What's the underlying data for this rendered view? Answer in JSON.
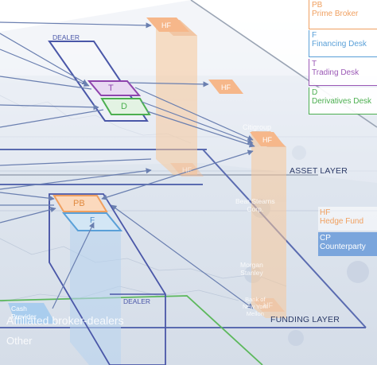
{
  "legend": {
    "pb": {
      "code": "PB",
      "label": "Prime Broker",
      "color": "#f0a060"
    },
    "f": {
      "code": "F",
      "label": "Financing Desk",
      "color": "#5aa0d8"
    },
    "t": {
      "code": "T",
      "label": "Trading Desk",
      "color": "#9b59b6"
    },
    "d": {
      "code": "D",
      "label": "Derivatives Desk",
      "color": "#4caf50"
    }
  },
  "side_legend": {
    "hf": {
      "code": "HF",
      "label": "Hedge Fund",
      "color": "#f0a060"
    },
    "cp": {
      "code": "CP",
      "label": "Counterparty",
      "color": "#5a8ad0"
    }
  },
  "layers": {
    "asset": "ASSET LAYER",
    "funding": "FUNDING LAYER"
  },
  "nodes": {
    "dealer_top": "DEALER",
    "dealer_bottom": "DEALER",
    "t": "T",
    "d": "D",
    "pb": "PB",
    "f": "F",
    "hf": "HF",
    "cash_provider": "Cash\nProvider"
  },
  "background": {
    "citigroup": "Citigroup",
    "bear_stearns": "Bear Stearns\nCorp.",
    "morgan_stanley": "Morgan\nStanley",
    "bny": "Bank of\nNew York\nMellon",
    "affiliated": "Affiliated broker-dealers",
    "other": "Other"
  }
}
